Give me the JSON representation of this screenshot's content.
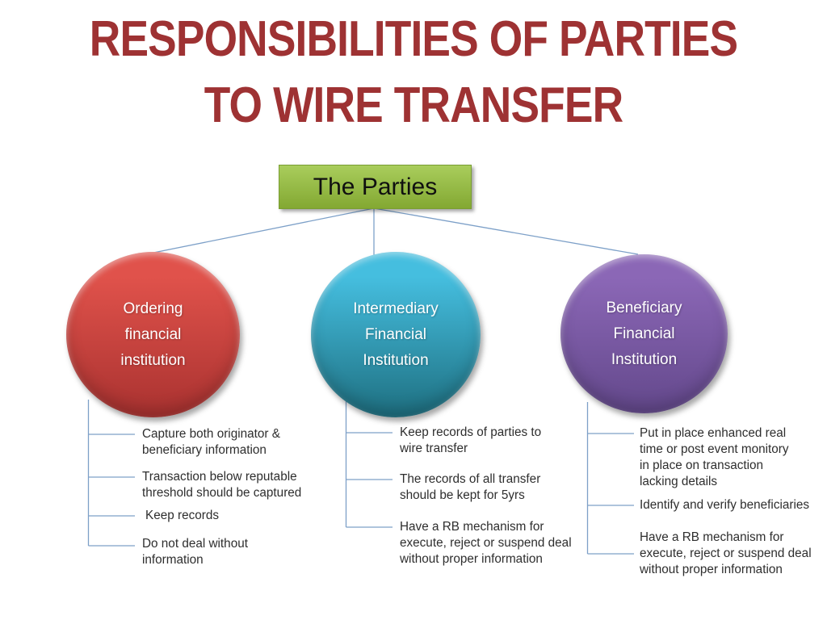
{
  "title": {
    "line1": "RESPONSIBILITIES OF PARTIES",
    "line2": "TO WIRE TRANSFER"
  },
  "root_box": {
    "label": "The Parties"
  },
  "parties": [
    {
      "name": "Ordering financial institution",
      "label_lines": [
        "Ordering",
        "financial",
        "institution"
      ],
      "responsibilities": [
        [
          "Capture both originator &",
          "beneficiary information"
        ],
        [
          "Transaction below reputable",
          "threshold should be captured"
        ],
        [
          "Keep records"
        ],
        [
          "Do not deal without",
          "information"
        ]
      ]
    },
    {
      "name": "Intermediary Financial Institution",
      "label_lines": [
        "Intermediary",
        "Financial",
        "Institution"
      ],
      "responsibilities": [
        [
          "Keep records of parties to",
          "wire transfer"
        ],
        [
          "The records of all transfer",
          "should be kept for 5yrs"
        ],
        [
          "Have a RB mechanism for",
          "execute, reject or suspend deal",
          "without proper information"
        ]
      ]
    },
    {
      "name": "Beneficiary Financial Institution",
      "label_lines": [
        "Beneficiary",
        "Financial",
        "Institution"
      ],
      "responsibilities": [
        [
          "Put in place enhanced real",
          "time or post event monitory",
          "in place on transaction",
          "lacking details"
        ],
        [
          "Identify and verify beneficiaries"
        ],
        [
          "Have a RB mechanism for",
          "execute, reject or suspend deal",
          "without proper information"
        ]
      ]
    }
  ],
  "colors": {
    "title": "#9e3233",
    "connector": "#7da0c8",
    "list_text": "#2e2e2e",
    "box_gradient": {
      "top": "#a9cd5c",
      "bottom": "#83a832"
    },
    "circle_gradients": [
      {
        "top": "#e0524b",
        "bottom": "#a93230"
      },
      {
        "top": "#45bedf",
        "bottom": "#1e6f80"
      },
      {
        "top": "#8b67b6",
        "bottom": "#63488b"
      }
    ]
  }
}
